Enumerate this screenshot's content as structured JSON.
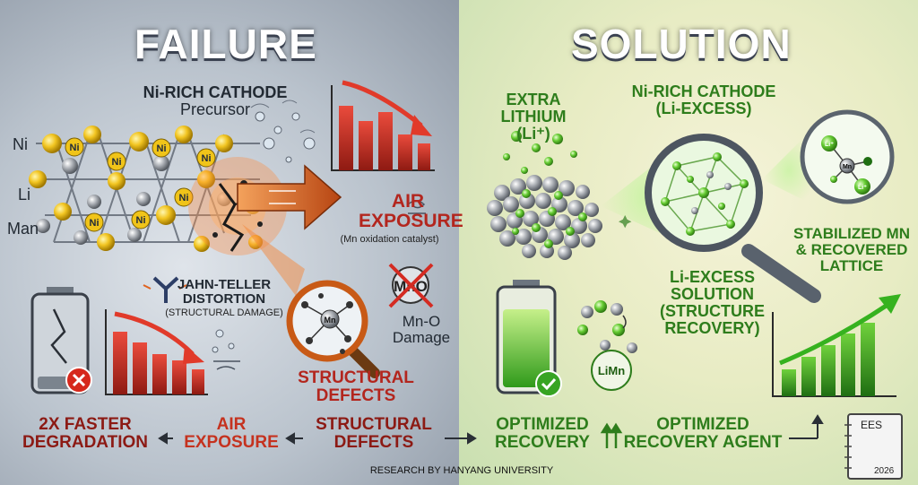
{
  "failure": {
    "title": "FAILURE",
    "cathode_title": "Ni-RICH CATHODE",
    "cathode_sub": "Precursor",
    "label_ni": "Ni",
    "label_li": "Li",
    "label_man": "Man",
    "atom_label": "Ni",
    "air_title": "AIR",
    "air_title2": "EXPOSURE",
    "air_note": "(Mn oxidation catalyst)",
    "jt_title": "JAHN-TELLER",
    "jt_title2": "DISTORTION",
    "jt_note": "(STRUCTURAL DAMAGE)",
    "mno_symbol": "MnO",
    "mno_label": "Mn-O",
    "mno_label2": "Damage",
    "mn_atom": "Mn",
    "defects_title": "STRUCTURAL",
    "defects_title2": "DEFECTS"
  },
  "solution": {
    "title": "SOLUTION",
    "extra_li": "EXTRA",
    "extra_li2": "LITHIUM (Li⁺)",
    "cathode_title": "Ni-RICH CATHODE",
    "cathode_sub": "(Li-EXCESS)",
    "stabilized": "STABILIZED MN",
    "stabilized2": "& RECOVERED",
    "stabilized3": "LATTICE",
    "li_excess": "Li-EXCESS",
    "li_excess2": "SOLUTION",
    "li_excess3": "(STRUCTURE",
    "li_excess4": "RECOVERY)",
    "limn": "LiMn",
    "li_atom": "Li⁺",
    "mn_atom": "Mn"
  },
  "bottom": {
    "degradation": "2X FASTER",
    "degradation2": "DEGRADATION",
    "air": "AIR",
    "air2": "EXPOSURE",
    "defects": "STRUCTURAL",
    "defects2": "DEFECTS",
    "opt_recovery": "OPTIMIZED",
    "opt_recovery2": "RECOVERY",
    "opt_agent": "OPTIMIZED",
    "opt_agent2": "RECOVERY AGENT",
    "credit": "RESEARCH BY HANYANG UNIVERSITY",
    "journal": "EES",
    "year": "2026"
  },
  "colors": {
    "red": "#b3261e",
    "green": "#2e7d1c",
    "accent_orange": "#e0621f"
  }
}
